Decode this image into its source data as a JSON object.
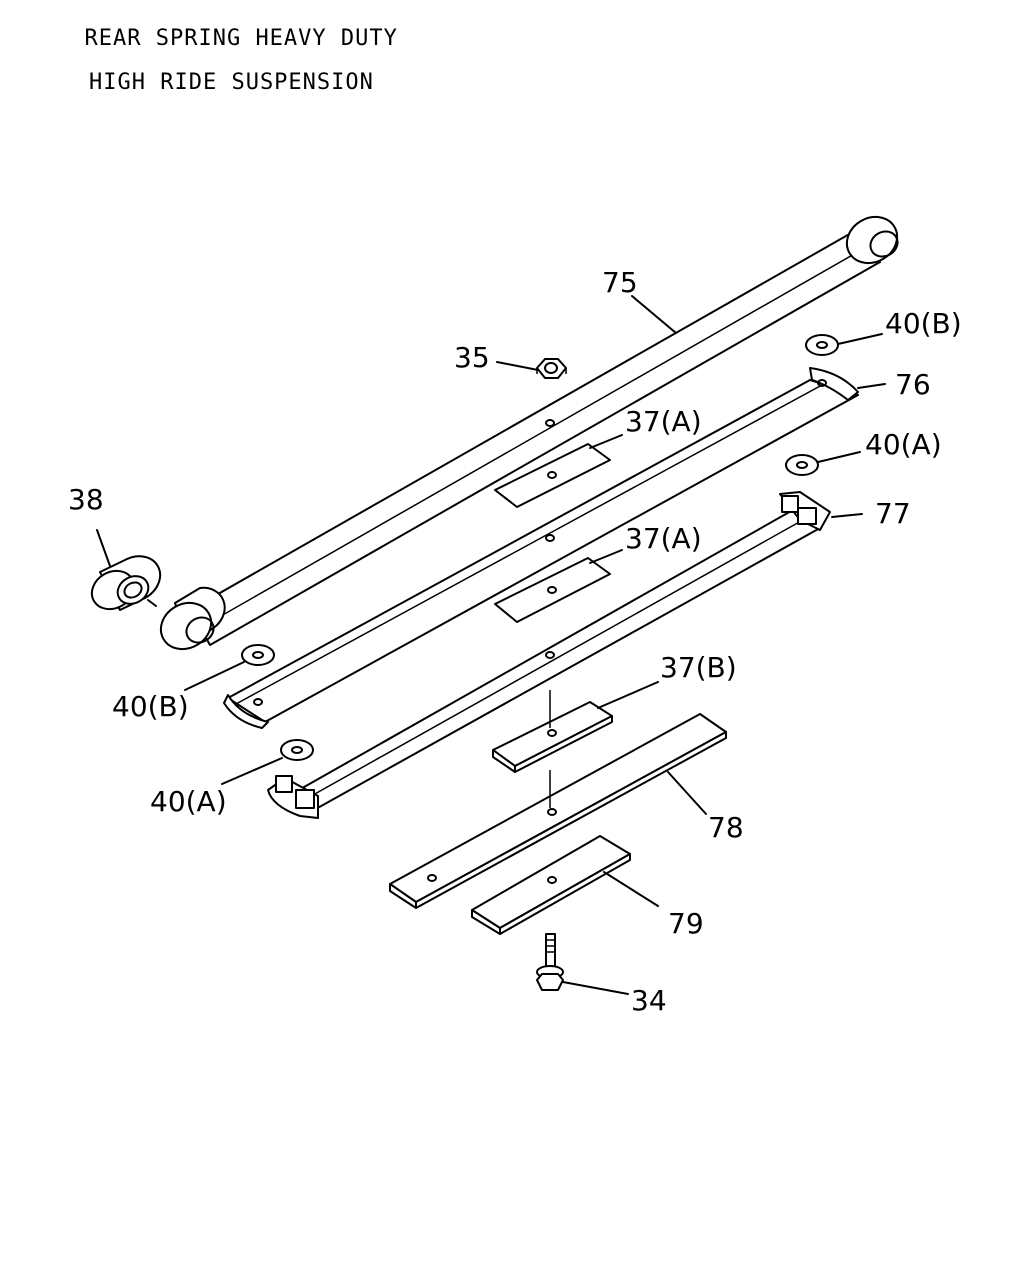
{
  "title": {
    "line1": "REAR SPRING HEAVY DUTY",
    "line2": "HIGH RIDE SUSPENSION"
  },
  "callouts": {
    "c75": "75",
    "c35": "35",
    "c40b_top": "40(B)",
    "c76": "76",
    "c37a_top": "37(A)",
    "c40a_top": "40(A)",
    "c38": "38",
    "c77": "77",
    "c37a_mid": "37(A)",
    "c40b_left": "40(B)",
    "c37b": "37(B)",
    "c40a_left": "40(A)",
    "c78": "78",
    "c79": "79",
    "c34": "34"
  }
}
